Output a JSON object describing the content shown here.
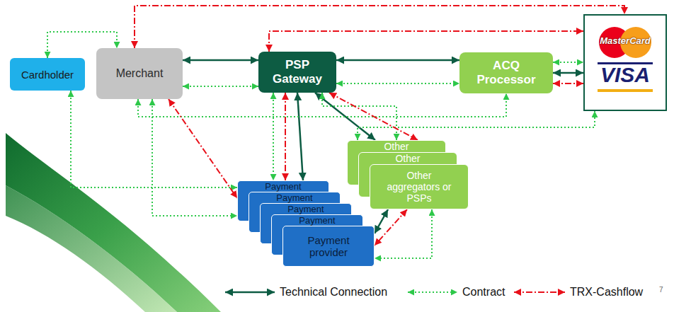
{
  "diagram": {
    "nodes": [
      {
        "text": [
          "Cardholder"
        ]
      },
      {
        "text": [
          "Merchant"
        ]
      },
      {
        "text": [
          "PSP Gateway"
        ]
      },
      {
        "text": [
          "ACQ Processor"
        ]
      },
      {
        "text": [
          "MasterCard",
          "VISA"
        ]
      },
      {
        "text": [
          "Other"
        ]
      },
      {
        "text": [
          "Other"
        ]
      },
      {
        "text": [
          "Other aggregators or PSPs"
        ]
      },
      {
        "text": [
          "Payment"
        ]
      },
      {
        "text": [
          "Payment"
        ]
      },
      {
        "text": [
          "Payment"
        ]
      },
      {
        "text": [
          "Payment"
        ]
      },
      {
        "text": [
          "Payment provider"
        ]
      }
    ],
    "edges": [
      {
        "from": 1,
        "to": 2,
        "arrow": "both"
      },
      {
        "from": 2,
        "to": 3,
        "arrow": "both"
      },
      {
        "from": 3,
        "to": 4,
        "arrow": "both"
      },
      {
        "from": 2,
        "to": 8,
        "arrow": "both"
      },
      {
        "from": 2,
        "to": 5,
        "arrow": "both"
      },
      {
        "from": 12,
        "to": 7,
        "arrow": "both"
      },
      {
        "from": 0,
        "to": 1,
        "arrow": "both"
      },
      {
        "from": 1,
        "to": 2,
        "arrow": "both"
      },
      {
        "from": 2,
        "to": 3,
        "arrow": "both"
      },
      {
        "from": 3,
        "to": 4,
        "arrow": "both"
      },
      {
        "from": 0,
        "to": 8,
        "arrow": "both"
      },
      {
        "from": 1,
        "to": 8,
        "arrow": "both"
      },
      {
        "from": 2,
        "to": 8,
        "arrow": "both"
      },
      {
        "from": 1,
        "to": 3,
        "arrow": "both"
      },
      {
        "from": 5,
        "to": 4,
        "arrow": "both"
      },
      {
        "from": 2,
        "to": 5,
        "arrow": "both"
      },
      {
        "from": 7,
        "to": 12,
        "arrow": "both"
      },
      {
        "from": 1,
        "to": 4,
        "arrow": "both"
      },
      {
        "from": 2,
        "to": 4,
        "arrow": "both"
      },
      {
        "from": 3,
        "to": 4,
        "arrow": "both"
      },
      {
        "from": 2,
        "to": 8,
        "arrow": "both"
      },
      {
        "from": 2,
        "to": 5,
        "arrow": "both"
      },
      {
        "from": 1,
        "to": 8,
        "arrow": "both"
      },
      {
        "from": 7,
        "to": 12,
        "arrow": "both"
      }
    ],
    "labels": [
      "7"
    ],
    "legend": [
      {
        "text": "Technical Connection"
      },
      {
        "text": "Contract"
      },
      {
        "text": "TRX-Cashflow"
      }
    ]
  }
}
